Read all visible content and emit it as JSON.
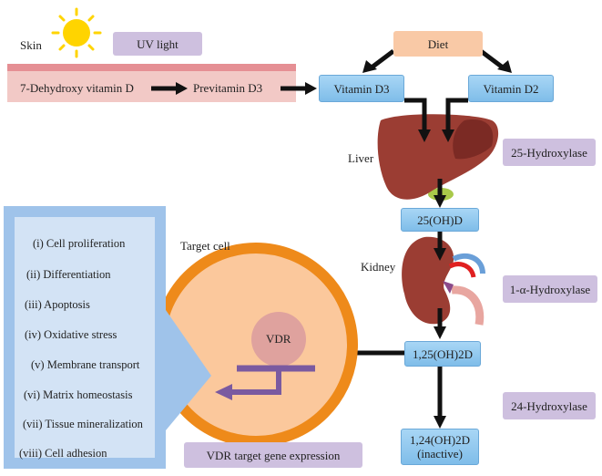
{
  "colors": {
    "skin_band": "#f2c9c6",
    "skin_band_top": "#e58f94",
    "blue_box": "#8cc6ef",
    "purple_box": "#cec0df",
    "peach_box": "#f9c9a6",
    "panel_outer": "#9fc3ea",
    "panel_inner": "#d3e3f5",
    "cell_membrane": "#ee8a1a",
    "cell_body": "#fbc89c",
    "vdr_nucleus": "#dfa29e",
    "vdr_receptor": "#7a5aa0",
    "liver": "#9b3d33",
    "gallbladder": "#a9c94a",
    "kidney": "#9b3d33",
    "sun": "#ffd400"
  },
  "skin": {
    "label": "Skin",
    "uv_light": "UV light",
    "precursor": "7-Dehydroxy vitamin D",
    "previtamin": "Previtamin D3"
  },
  "diet": {
    "label": "Diet"
  },
  "vitamins": {
    "d3": "Vitamin D3",
    "d2": "Vitamin D2"
  },
  "liver": {
    "label": "Liver",
    "enzyme": "25-Hydroxylase",
    "product": "25(OH)D"
  },
  "kidney": {
    "label": "Kidney",
    "enzyme": "1-α-Hydroxylase",
    "product": "1,25(OH)2D",
    "catabolic_enzyme": "24-Hydroxylase",
    "inactive_line1": "1,24(OH)2D",
    "inactive_line2": "(inactive)"
  },
  "target_cell": {
    "label": "Target cell",
    "receptor": "VDR",
    "expression": "VDR target gene expression"
  },
  "effects": [
    "(i) Cell proliferation",
    "(ii) Differentiation",
    "(iii) Apoptosis",
    "(iv) Oxidative stress",
    "(v) Membrane transport",
    "(vi) Matrix homeostasis",
    "(vii) Tissue mineralization",
    "(viii) Cell adhesion"
  ]
}
